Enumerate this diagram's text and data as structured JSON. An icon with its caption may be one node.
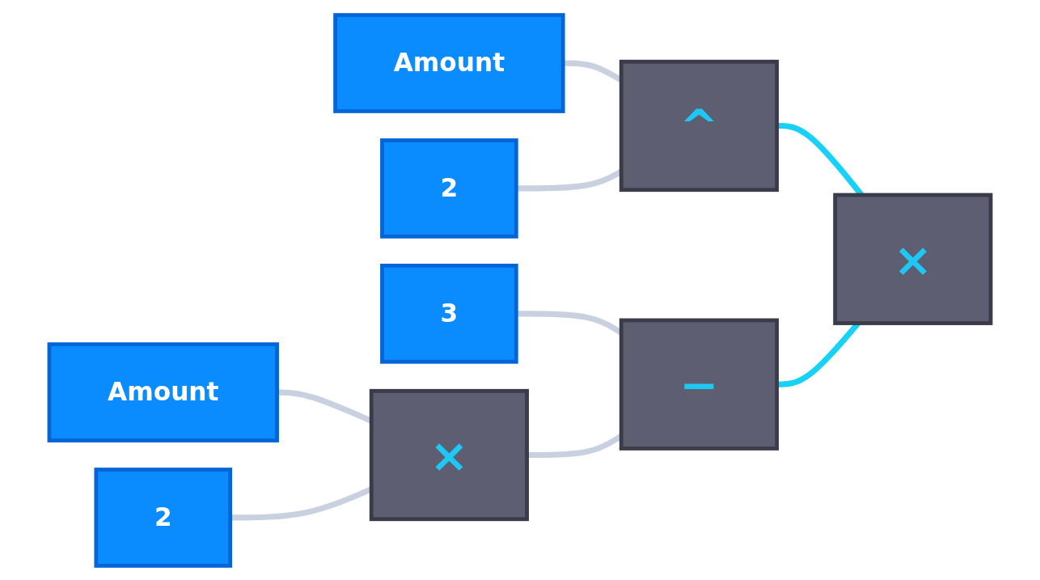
{
  "diagram": {
    "nodes": [
      {
        "text": [
          "Amount"
        ]
      },
      {
        "text": [
          "2"
        ]
      },
      {
        "text": [
          "3"
        ]
      },
      {
        "text": [
          "Amount"
        ]
      },
      {
        "text": [
          "2"
        ]
      },
      {
        "text": [
          "×"
        ]
      },
      {
        "text": [
          "^"
        ]
      },
      {
        "text": [
          "−"
        ]
      },
      {
        "text": [
          "×"
        ]
      }
    ],
    "edges": [
      {
        "from": 0,
        "to": 6,
        "arrow": "none"
      },
      {
        "from": 1,
        "to": 6,
        "arrow": "none"
      },
      {
        "from": 2,
        "to": 7,
        "arrow": "none"
      },
      {
        "from": 5,
        "to": 7,
        "arrow": "none"
      },
      {
        "from": 3,
        "to": 5,
        "arrow": "none"
      },
      {
        "from": 4,
        "to": 5,
        "arrow": "none"
      },
      {
        "from": 6,
        "to": 8,
        "arrow": "none",
        "color": "#17d1f7"
      },
      {
        "from": 7,
        "to": 8,
        "arrow": "none",
        "color": "#17d1f7"
      }
    ]
  }
}
